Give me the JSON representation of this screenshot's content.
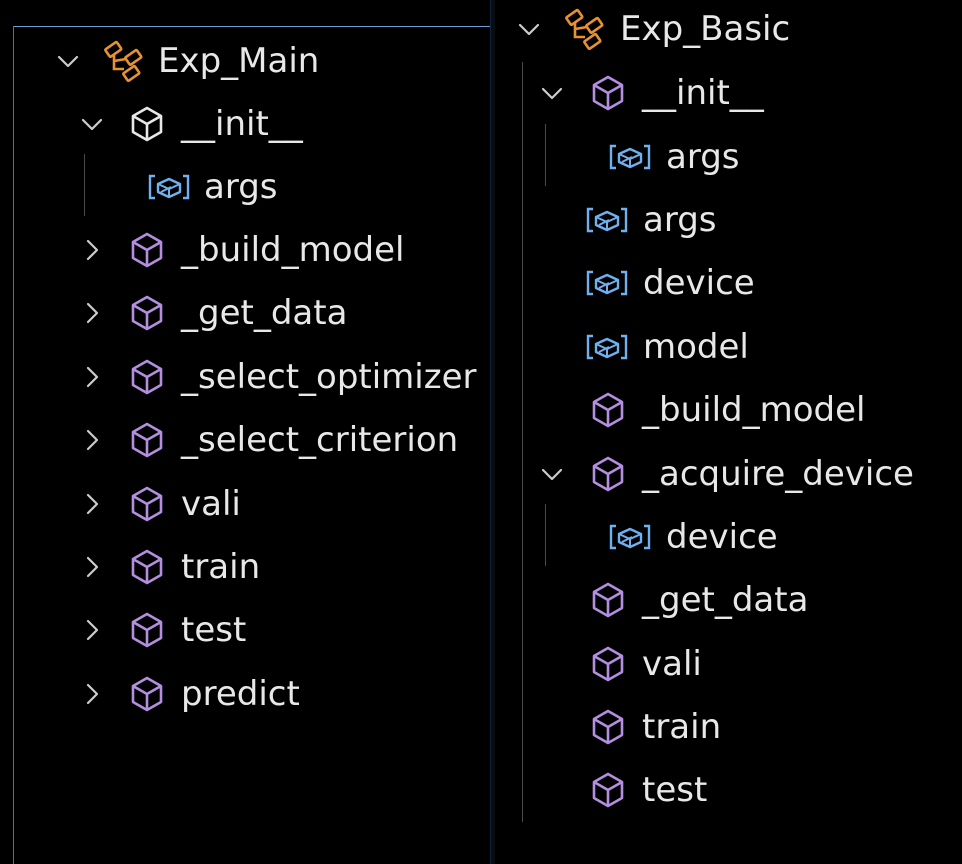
{
  "colors": {
    "background": "#000000",
    "text": "#e8e8e8",
    "method_icon": "#b48ee0",
    "class_icon": "#e8922f",
    "variable_icon": "#6fb1f0",
    "chevron": "#cccccc",
    "focus_border": "#3a76c0"
  },
  "left_tree": {
    "class_name": "Exp_Main",
    "class_icon": "class-icon",
    "init": {
      "label": "__init__",
      "children": [
        {
          "label": "args",
          "icon": "variable-icon"
        }
      ]
    },
    "methods": [
      {
        "label": "_build_model",
        "icon": "method-icon",
        "expanded": false
      },
      {
        "label": "_get_data",
        "icon": "method-icon",
        "expanded": false
      },
      {
        "label": "_select_optimizer",
        "icon": "method-icon",
        "expanded": false
      },
      {
        "label": "_select_criterion",
        "icon": "method-icon",
        "expanded": false
      },
      {
        "label": "vali",
        "icon": "method-icon",
        "expanded": false
      },
      {
        "label": "train",
        "icon": "method-icon",
        "expanded": false
      },
      {
        "label": "test",
        "icon": "method-icon",
        "expanded": false
      },
      {
        "label": "predict",
        "icon": "method-icon",
        "expanded": false
      }
    ]
  },
  "right_tree": {
    "class_name": "Exp_Basic",
    "class_icon": "class-icon",
    "init": {
      "label": "__init__",
      "children": [
        {
          "label": "args",
          "icon": "variable-icon"
        }
      ]
    },
    "fields": [
      {
        "label": "args",
        "icon": "variable-icon"
      },
      {
        "label": "device",
        "icon": "variable-icon"
      },
      {
        "label": "model",
        "icon": "variable-icon"
      }
    ],
    "build_model": {
      "label": "_build_model",
      "icon": "method-icon"
    },
    "acquire_device": {
      "label": "_acquire_device",
      "children": [
        {
          "label": "device",
          "icon": "variable-icon"
        }
      ]
    },
    "methods_tail": [
      {
        "label": "_get_data",
        "icon": "method-icon"
      },
      {
        "label": "vali",
        "icon": "method-icon"
      },
      {
        "label": "train",
        "icon": "method-icon"
      },
      {
        "label": "test",
        "icon": "method-icon"
      }
    ]
  }
}
